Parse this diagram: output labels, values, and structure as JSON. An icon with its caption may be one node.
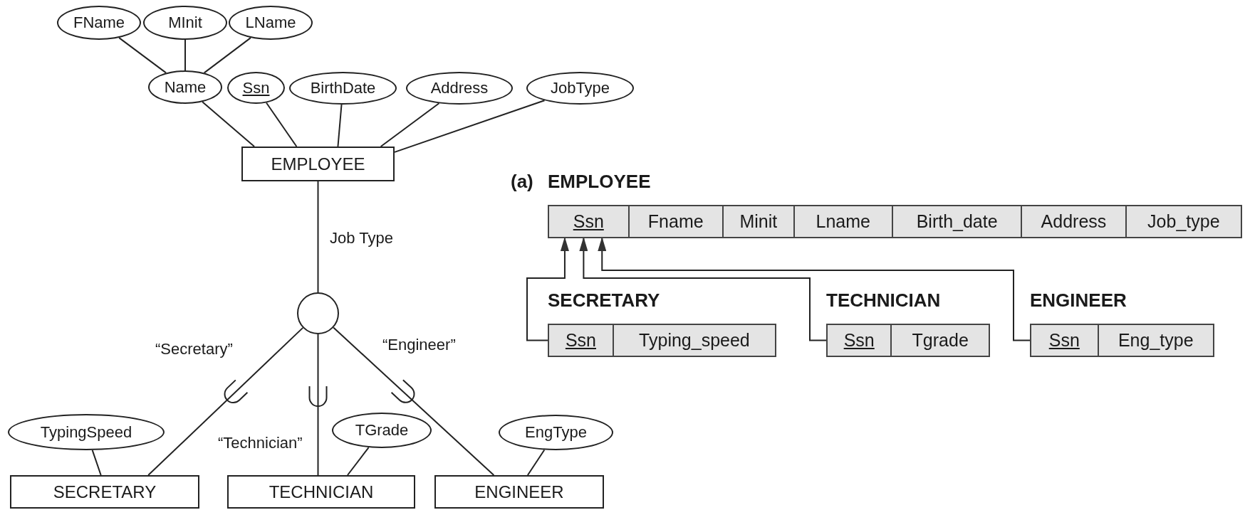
{
  "diagram": {
    "nodes": [
      {
        "text": [
          "FName"
        ]
      },
      {
        "text": [
          "MInit"
        ]
      },
      {
        "text": [
          "LName"
        ]
      },
      {
        "text": [
          "Name"
        ]
      },
      {
        "text": [
          "Ssn"
        ]
      },
      {
        "text": [
          "BirthDate"
        ]
      },
      {
        "text": [
          "Address"
        ]
      },
      {
        "text": [
          "JobType"
        ]
      },
      {
        "text": [
          "EMPLOYEE"
        ]
      },
      {
        "text": [],
        "shape": "circle"
      },
      {
        "text": [
          "TypingSpeed"
        ]
      },
      {
        "text": [
          "TGrade"
        ]
      },
      {
        "text": [
          "EngType"
        ]
      },
      {
        "text": [
          "SECRETARY"
        ]
      },
      {
        "text": [
          "TECHNICIAN"
        ]
      },
      {
        "text": [
          "ENGINEER"
        ]
      },
      {
        "text": [
          "EMPLOYEE"
        ]
      },
      {
        "text": [
          "Ssn"
        ],
        "in": 16
      },
      {
        "text": [
          "Fname"
        ],
        "in": 16
      },
      {
        "text": [
          "Minit"
        ],
        "in": 16
      },
      {
        "text": [
          "Lname"
        ],
        "in": 16
      },
      {
        "text": [
          "Birth_date"
        ],
        "in": 16
      },
      {
        "text": [
          "Address"
        ],
        "in": 16
      },
      {
        "text": [
          "Job_type"
        ],
        "in": 16
      },
      {
        "text": [
          "SECRETARY"
        ]
      },
      {
        "text": [
          "Ssn"
        ],
        "in": 24
      },
      {
        "text": [
          "Typing_speed"
        ],
        "in": 24
      },
      {
        "text": [
          "TECHNICIAN"
        ]
      },
      {
        "text": [
          "Ssn"
        ],
        "in": 27
      },
      {
        "text": [
          "Tgrade"
        ],
        "in": 27
      },
      {
        "text": [
          "ENGINEER"
        ]
      },
      {
        "text": [
          "Ssn"
        ],
        "in": 30
      },
      {
        "text": [
          "Eng_type"
        ],
        "in": 30
      }
    ],
    "edges": [
      {
        "from": 0,
        "to": 3,
        "arrow": "none"
      },
      {
        "from": 1,
        "to": 3,
        "arrow": "none"
      },
      {
        "from": 2,
        "to": 3,
        "arrow": "none"
      },
      {
        "from": 3,
        "to": 8,
        "arrow": "none"
      },
      {
        "from": 4,
        "to": 8,
        "arrow": "none"
      },
      {
        "from": 5,
        "to": 8,
        "arrow": "none"
      },
      {
        "from": 6,
        "to": 8,
        "arrow": "none"
      },
      {
        "from": 7,
        "to": 8,
        "arrow": "none"
      },
      {
        "from": 8,
        "to": 9,
        "arrow": "none",
        "label": "Job Type"
      },
      {
        "from": 9,
        "to": 13,
        "arrow": "none",
        "label": "“Secretary”"
      },
      {
        "from": 9,
        "to": 14,
        "arrow": "none",
        "label": "“Technician”"
      },
      {
        "from": 9,
        "to": 15,
        "arrow": "none",
        "label": "“Engineer”"
      },
      {
        "from": 10,
        "to": 13,
        "arrow": "none"
      },
      {
        "from": 11,
        "to": 14,
        "arrow": "none"
      },
      {
        "from": 12,
        "to": 15,
        "arrow": "none"
      },
      {
        "from": 25,
        "to": 17,
        "arrow": "to"
      },
      {
        "from": 28,
        "to": 17,
        "arrow": "to"
      },
      {
        "from": 31,
        "to": 17,
        "arrow": "to"
      }
    ],
    "labels": [
      "(a)"
    ]
  }
}
